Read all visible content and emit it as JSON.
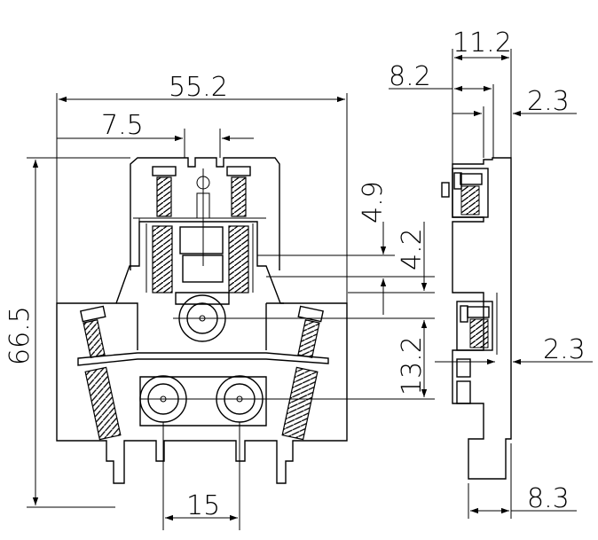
{
  "drawing": {
    "dimensions": {
      "overall_width": "55.2",
      "top_offset": "7.5",
      "height": "66.5",
      "bottom_spacing": "15",
      "vertical_4_9": "4.9",
      "vertical_4_2": "4.2",
      "vertical_13_2": "13.2",
      "side_total": "11.2",
      "side_inner": "8.2",
      "side_top_gap": "2.3",
      "side_mid_gap": "2.3",
      "side_bottom": "8.3"
    }
  }
}
